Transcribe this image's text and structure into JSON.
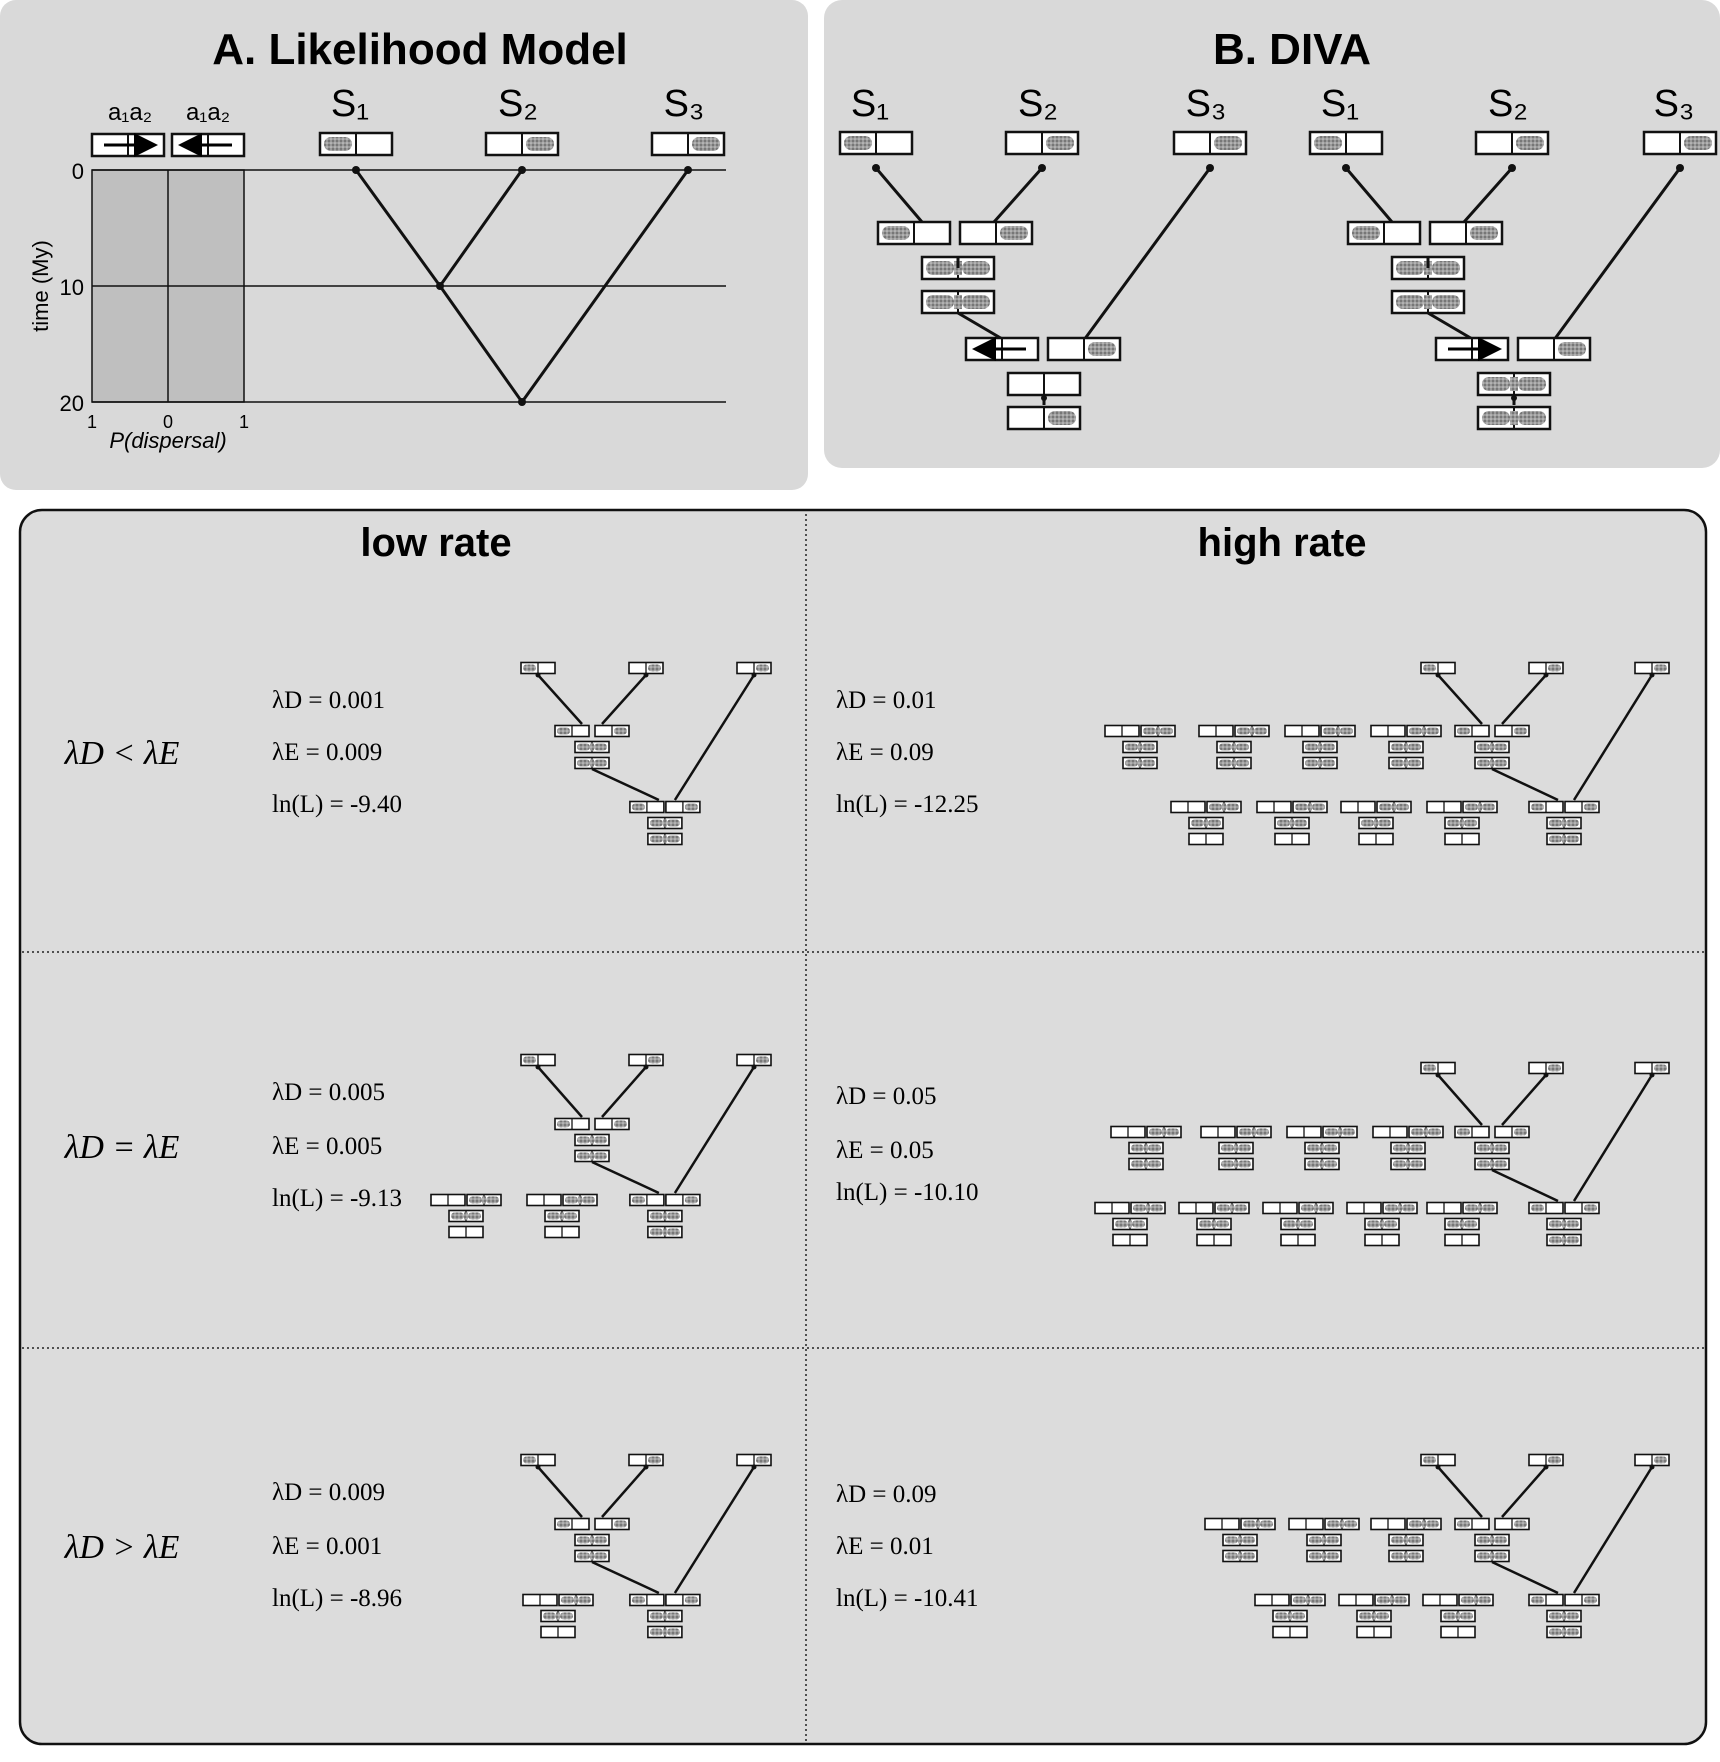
{
  "panel_a": {
    "title": "A. Likelihood Model",
    "areas_label_left": "a₁a₂",
    "areas_label_right": "a₁a₂",
    "species": [
      "S₁",
      "S₂",
      "S₃"
    ],
    "yaxis_label": "time (My)",
    "time_ticks": [
      "0",
      "10",
      "20"
    ],
    "xaxis_label": "P(dispersal)",
    "prob_ticks": [
      "1",
      "0",
      "1"
    ]
  },
  "panel_b": {
    "title": "B. DIVA",
    "species": [
      "S₁",
      "S₂",
      "S₃"
    ]
  },
  "panel_c": {
    "col_low": "low rate",
    "col_high": "high rate",
    "rows": [
      {
        "relation": "λD < λE",
        "low": {
          "lambda_d": "λD = 0.001",
          "lambda_e": "λE = 0.009",
          "lnl": "ln(L) = -9.40"
        },
        "high": {
          "lambda_d": "λD = 0.01",
          "lambda_e": "λE = 0.09",
          "lnl": "ln(L) = -12.25"
        }
      },
      {
        "relation": "λD = λE",
        "low": {
          "lambda_d": "λD = 0.005",
          "lambda_e": "λE = 0.005",
          "lnl": "ln(L) = -9.13"
        },
        "high": {
          "lambda_d": "λD = 0.05",
          "lambda_e": "λE = 0.05",
          "lnl": "ln(L) = -10.10"
        }
      },
      {
        "relation": "λD > λE",
        "low": {
          "lambda_d": "λD = 0.009",
          "lambda_e": "λE = 0.001",
          "lnl": "ln(L) = -8.96"
        },
        "high": {
          "lambda_d": "λD = 0.09",
          "lambda_e": "λE = 0.01",
          "lnl": "ln(L) = -10.41"
        }
      }
    ]
  }
}
